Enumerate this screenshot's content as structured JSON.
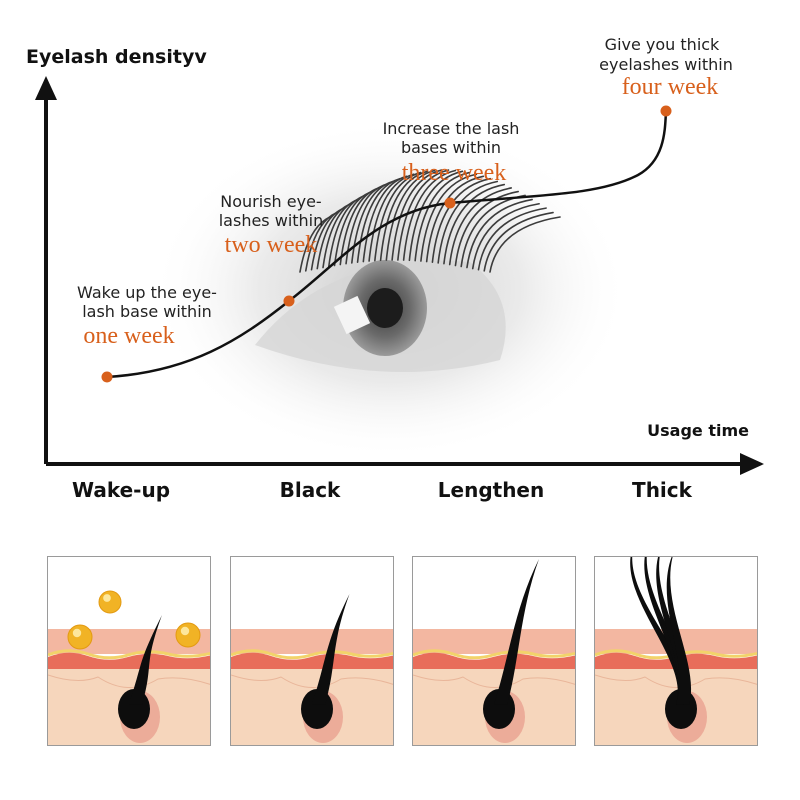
{
  "chart_data": {
    "type": "line",
    "ylabel": "Eyelash densityv",
    "xlabel": "Usage time",
    "categories": [
      "Wake-up",
      "Black",
      "Lengthen",
      "Thick"
    ],
    "points": [
      {
        "x": 1,
        "y": 1,
        "text_lines": [
          "Wake up the eye-",
          "lash base within"
        ],
        "week": "one week"
      },
      {
        "x": 2,
        "y": 2,
        "text_lines": [
          "Nourish eye-",
          "lashes within"
        ],
        "week": "two week"
      },
      {
        "x": 3,
        "y": 3,
        "text_lines": [
          "Increase the lash",
          "bases within"
        ],
        "week": "three week"
      },
      {
        "x": 4,
        "y": 4,
        "text_lines": [
          "Give you thick",
          "eyelashes within"
        ],
        "week": "four week"
      }
    ],
    "colors": {
      "curve": "#111111",
      "marker": "#d8601c",
      "week_text": "#d8601c"
    }
  },
  "stage_panels": [
    {
      "name": "wake-up",
      "hair_strands": 1,
      "oil_drops": 3
    },
    {
      "name": "black",
      "hair_strands": 1,
      "oil_drops": 0
    },
    {
      "name": "lengthen",
      "hair_strands": 1,
      "oil_drops": 0
    },
    {
      "name": "thick",
      "hair_strands": 4,
      "oil_drops": 0
    }
  ]
}
